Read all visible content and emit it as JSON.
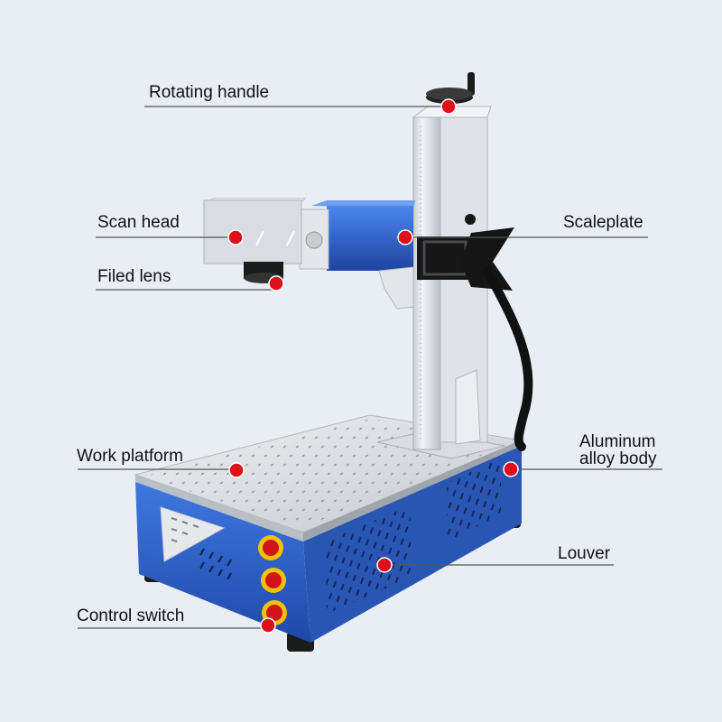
{
  "diagram": {
    "labels": {
      "rotating_handle": "Rotating handle",
      "scan_head": "Scan head",
      "filed_lens": "Filed lens",
      "scaleplate": "Scaleplate",
      "aluminum_line1": "Aluminum",
      "aluminum_line2": "alloy body",
      "work_platform": "Work platform",
      "louver": "Louver",
      "control_switch": "Control switch"
    },
    "colors": {
      "background": "#e9eef5",
      "marker": "#e0101a",
      "leader_line": "#555555",
      "machine_blue": "#2f63c7",
      "aluminum": "#d7dbe0"
    }
  }
}
